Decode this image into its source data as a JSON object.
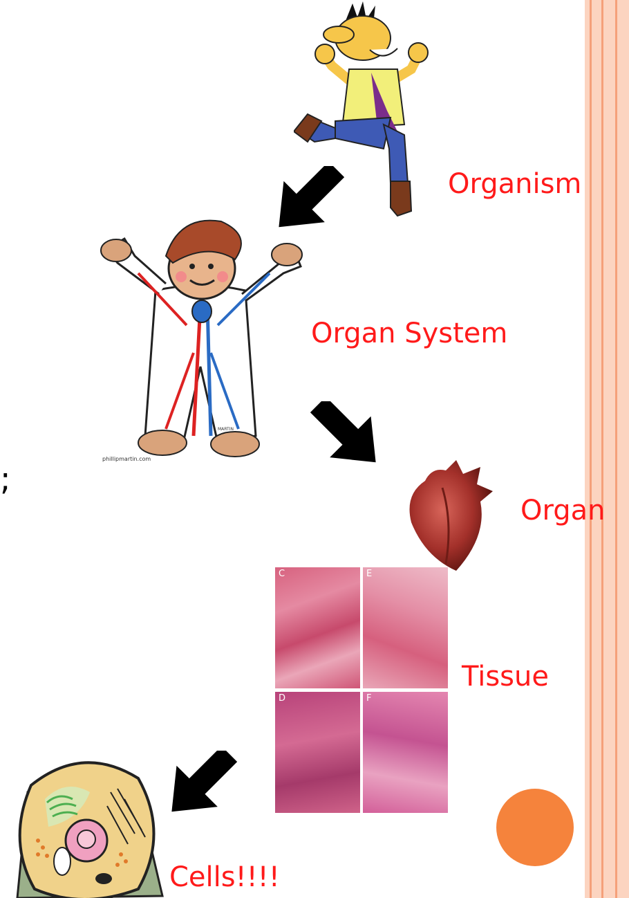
{
  "levels": {
    "organism": "Organism",
    "organ_system": "Organ System",
    "organ": "Organ",
    "tissue": "Tissue",
    "cells": "Cells!!!!"
  },
  "partial_left_char": ";",
  "tissue_panels": {
    "c": "C",
    "e": "E",
    "d": "D",
    "f": "F"
  },
  "credits": {
    "artist_credit": "phillipmartin.com",
    "signature": "MARTIN"
  },
  "colors": {
    "label": "#ff1a1a",
    "stripe": "#fbc9b0",
    "stripe_dark": "#f08a5d",
    "circle": "#f5833c",
    "arrow": "#000000"
  }
}
